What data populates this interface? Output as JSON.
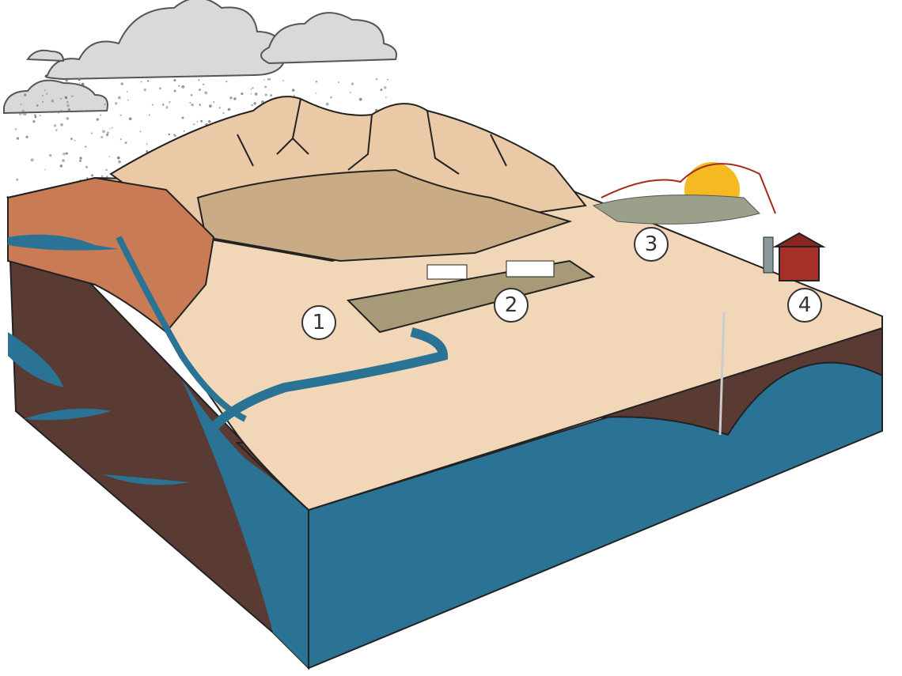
{
  "diagram": {
    "markers": [
      {
        "label": "1"
      },
      {
        "label": "2"
      },
      {
        "label": "3"
      },
      {
        "label": "4"
      }
    ],
    "colors": {
      "water": "#2b7394",
      "soil_dark": "#5a3b33",
      "sand": "#f2d6b8",
      "mountain": "#eac9a6",
      "cliff": "#c87b55",
      "sun": "#f5b921"
    }
  }
}
